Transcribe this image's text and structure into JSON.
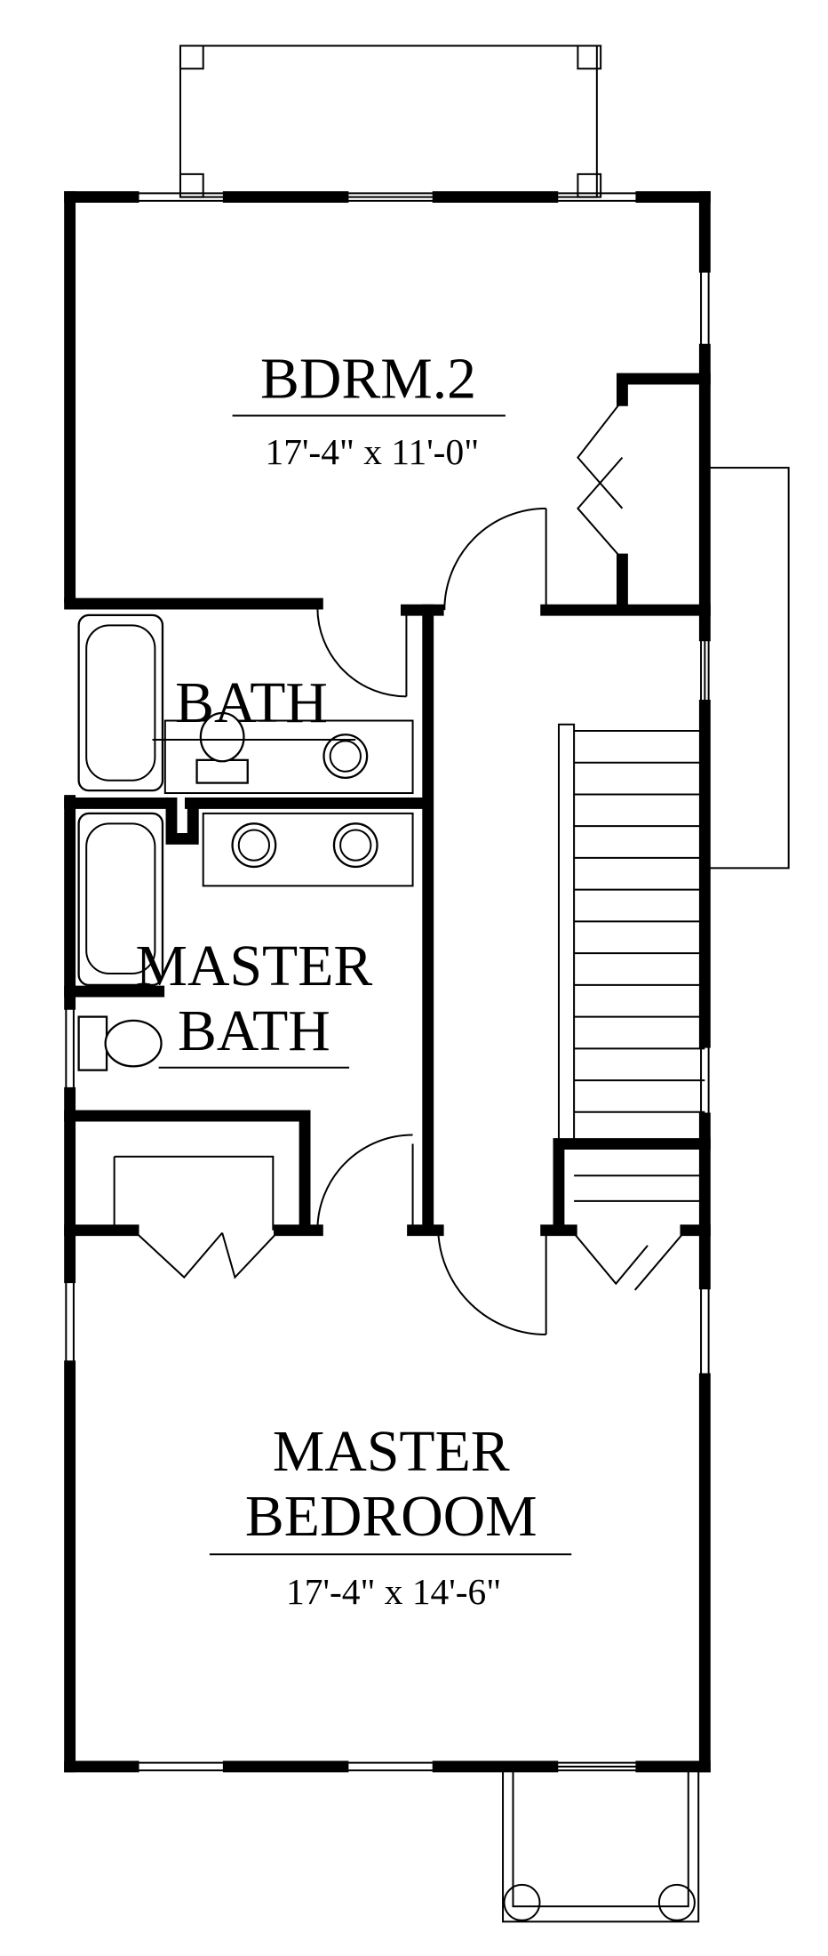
{
  "rooms": {
    "bedroom2": {
      "name": "BDRM.2",
      "dimensions": "17'-4\" x 11'-0\""
    },
    "bath": {
      "name": "BATH"
    },
    "master_bath": {
      "name_line1": "MASTER",
      "name_line2": "BATH"
    },
    "master_bedroom": {
      "name_line1": "MASTER",
      "name_line2": "BEDROOM",
      "dimensions": "17'-4\" x 14'-6\""
    }
  }
}
